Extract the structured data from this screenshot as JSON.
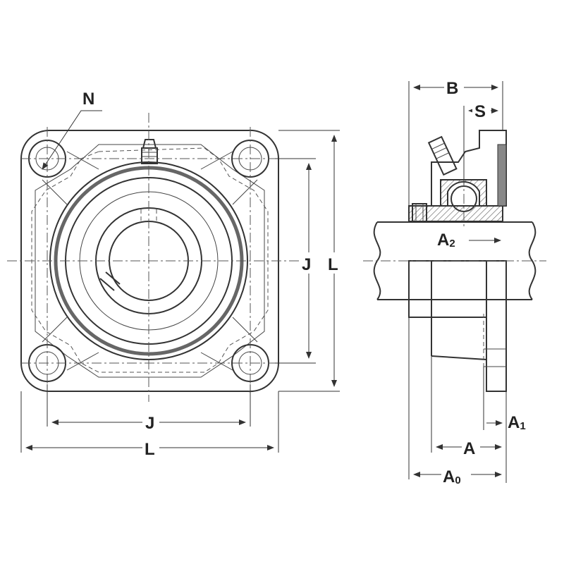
{
  "labels": {
    "N": "N",
    "J_front_vertical": "J",
    "L_front_vertical": "L",
    "J_front_horizontal": "J",
    "L_front_horizontal": "L",
    "B": "B",
    "S": "S",
    "A2_main": "A",
    "A2_sub": "2",
    "A1_main": "A",
    "A1_sub": "1",
    "A_main": "A",
    "A0_main": "A",
    "A0_sub": "0"
  },
  "colors": {
    "line": "#333333",
    "hatch": "#555555",
    "seal": "#888888",
    "background": "#ffffff"
  }
}
